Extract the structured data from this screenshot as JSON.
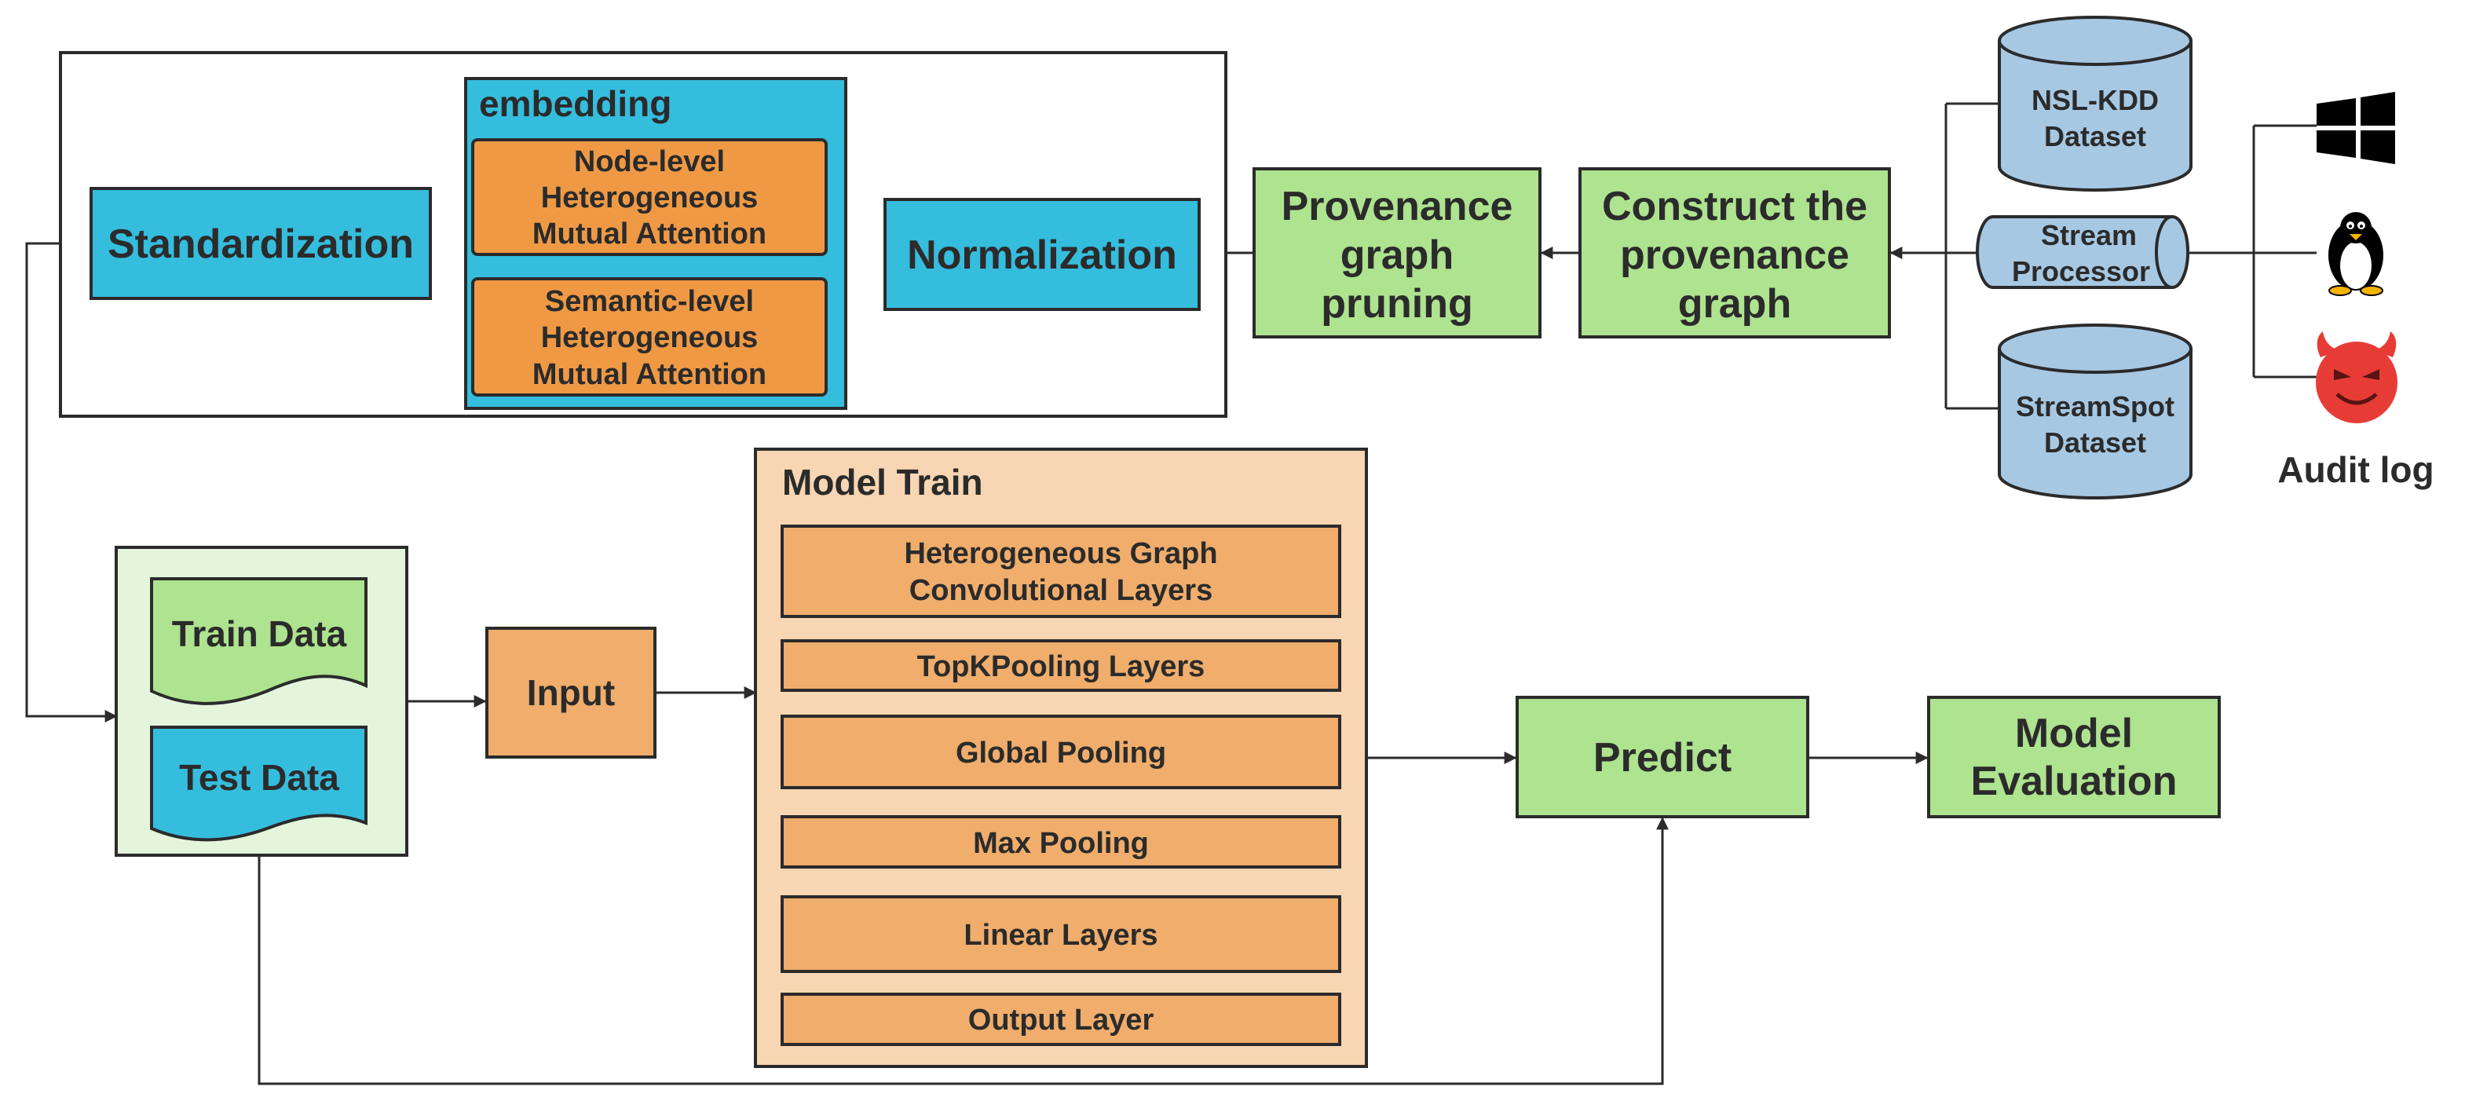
{
  "colors": {
    "blue": "#35bddd",
    "light_blue": "#a7c8e3",
    "green": "#aee38f",
    "orange_dark": "#ef9945",
    "orange": "#f0ad6c",
    "peach": "#f8d6b3",
    "pale_green": "#e5f5dc",
    "devil_red": "#e73c36",
    "stroke": "#2b2b2b"
  },
  "preprocess": {
    "standardization": "Standardization",
    "normalization": "Normalization",
    "embedding": {
      "title": "embedding",
      "node_level": [
        "Node-level",
        "Heterogeneous",
        "Mutual Attention"
      ],
      "semantic_level": [
        "Semantic-level",
        "Heterogeneous",
        "Mutual Attention"
      ]
    }
  },
  "pipeline": {
    "pruning": [
      "Provenance",
      "graph",
      "pruning"
    ],
    "construct": [
      "Construct the",
      "provenance",
      "graph"
    ]
  },
  "sources": {
    "nsl_kdd": [
      "NSL-KDD",
      "Dataset"
    ],
    "stream_processor": [
      "Stream",
      "Processor"
    ],
    "streamspot": [
      "StreamSpot",
      "Dataset"
    ],
    "audit_log": "Audit log",
    "icons": [
      "windows-icon",
      "linux-tux-icon",
      "devil-icon"
    ]
  },
  "data_block": {
    "train": "Train Data",
    "test": "Test Data"
  },
  "input": "Input",
  "model_train": {
    "title": "Model Train",
    "layers": [
      [
        "Heterogeneous Graph",
        "Convolutional Layers"
      ],
      [
        "TopKPooling Layers"
      ],
      [
        "Global Pooling"
      ],
      [
        "Max Pooling"
      ],
      [
        "Linear Layers"
      ],
      [
        "Output Layer"
      ]
    ]
  },
  "predict": "Predict",
  "evaluation": [
    "Model",
    "Evaluation"
  ]
}
